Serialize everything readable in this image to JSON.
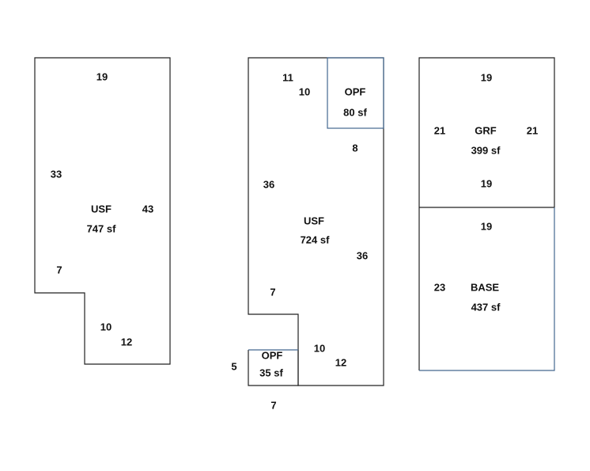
{
  "sketch1": {
    "area": {
      "label": "USF",
      "size": "747 sf"
    },
    "dims": [
      "19",
      "33",
      "43",
      "7",
      "10",
      "12"
    ]
  },
  "sketch2": {
    "main": {
      "label": "USF",
      "size": "724 sf"
    },
    "porch_top": {
      "label": "OPF",
      "size": "80 sf"
    },
    "porch_bottom": {
      "label": "OPF",
      "size": "35 sf"
    },
    "dims": [
      "11",
      "10",
      "8",
      "36",
      "36",
      "7",
      "10",
      "12",
      "5",
      "7"
    ]
  },
  "sketch3": {
    "upper": {
      "label": "GRF",
      "size": "399 sf"
    },
    "lower": {
      "label": "BASE",
      "size": "437 sf"
    },
    "dims": [
      "19",
      "21",
      "21",
      "19",
      "19",
      "23"
    ]
  }
}
